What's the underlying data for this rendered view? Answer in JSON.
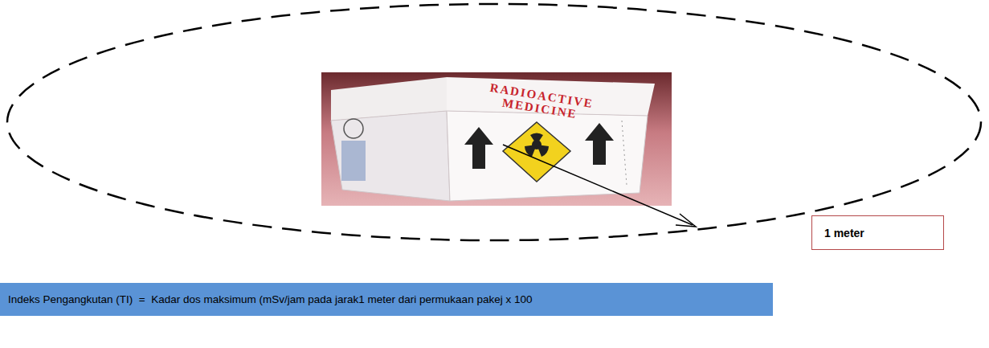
{
  "diagram": {
    "nodes": [
      {
        "text": [
          "1 meter"
        ]
      },
      {
        "text": [
          "Indeks Pengangkutan (TI)  =  Kadar dos maksimum (mSv/jam pada jarak1 meter dari permukaan pakej x 100"
        ]
      }
    ],
    "labels": [
      "RADIOACTIVE MEDICINE"
    ]
  }
}
